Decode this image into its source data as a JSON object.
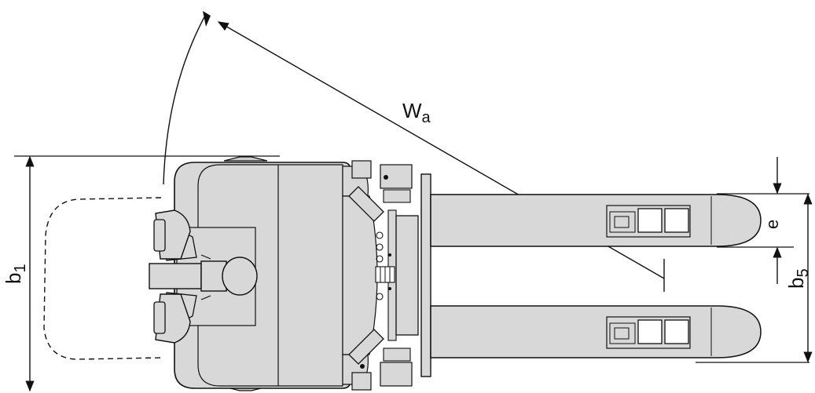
{
  "labels": {
    "wa": "W",
    "wa_sub": "a",
    "b1": "b",
    "b1_sub": "1",
    "b5": "b",
    "b5_sub": "5",
    "e": "e"
  },
  "colors": {
    "body_fill": "#d8d8d8",
    "fork_fill": "#d8d8d8",
    "line": "#111111",
    "background": "#ffffff"
  }
}
